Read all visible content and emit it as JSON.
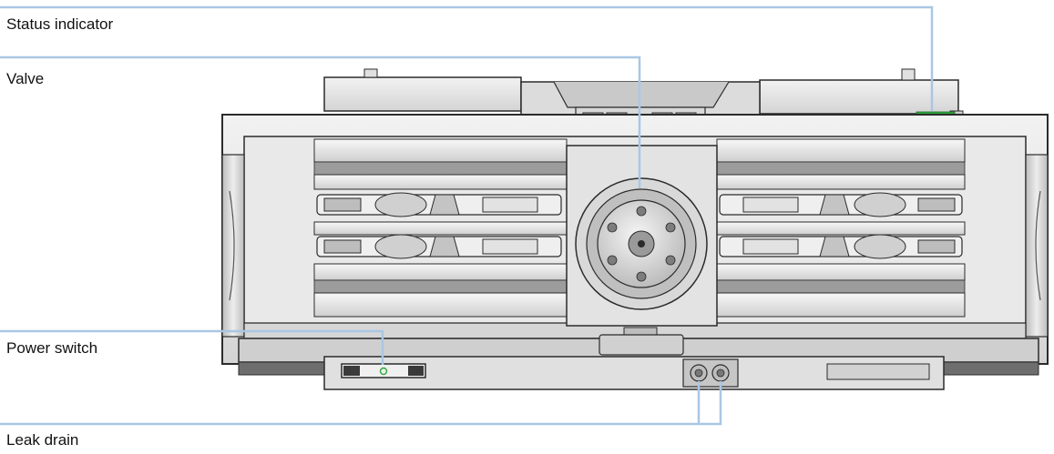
{
  "callouts": {
    "status_indicator": "Status indicator",
    "valve": "Valve",
    "power_switch": "Power switch",
    "leak_drain": "Leak drain"
  },
  "colors": {
    "callout_line": "#a9c7e3",
    "status_led": "#2fa83a",
    "body_light": "#e6e6e6",
    "body_mid": "#c9c9c9",
    "body_dark": "#6e6e6e",
    "outline": "#2b2b2b"
  }
}
